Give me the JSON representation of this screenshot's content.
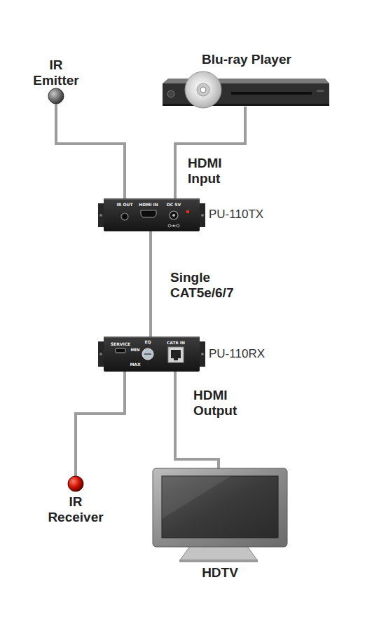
{
  "diagram": {
    "nodes": [
      {
        "text": [
          "IR Emitter"
        ]
      },
      {
        "text": [
          "Blu-ray Player"
        ]
      },
      {
        "text": [
          "PU-110TX",
          "IR OUT",
          "HDMI IN",
          "DC 5V"
        ]
      },
      {
        "text": [
          "PU-110RX",
          "SERVICE",
          "EQ",
          "MIN",
          "MAX",
          "CAT6 IN"
        ]
      },
      {
        "text": [
          "IR Receiver"
        ]
      },
      {
        "text": [
          "HDTV"
        ]
      }
    ],
    "edges": [
      {
        "from": 0,
        "to": 2,
        "arrow": "none"
      },
      {
        "from": 1,
        "to": 2,
        "label": "HDMI Input",
        "arrow": "none"
      },
      {
        "from": 2,
        "to": 3,
        "label": "Single CAT5e/6/7",
        "arrow": "none"
      },
      {
        "from": 3,
        "to": 4,
        "arrow": "none"
      },
      {
        "from": 3,
        "to": 5,
        "label": "HDMI Output",
        "arrow": "none"
      }
    ]
  }
}
